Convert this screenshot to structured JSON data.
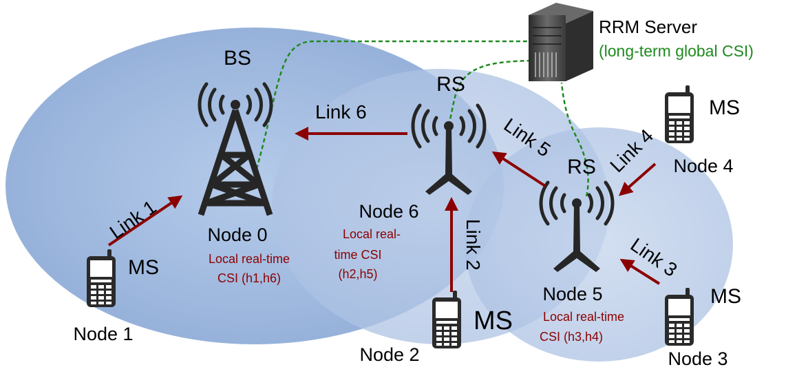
{
  "server": {
    "title": "RRM Server",
    "subtitle": "(long-term global CSI)"
  },
  "nodes": {
    "bs": {
      "type": "BS",
      "name": "Node 0",
      "csi_line1": "Local real-time",
      "csi_line2": "CSI (h1,h6)"
    },
    "rs6": {
      "type": "RS",
      "name": "Node 6",
      "csi_line1": "Local real-",
      "csi_line2": "time CSI",
      "csi_line3": "(h2,h5)"
    },
    "rs5": {
      "type": "RS",
      "name": "Node 5",
      "csi_line1": "Local real-time",
      "csi_line2": "CSI (h3,h4)"
    },
    "ms1": {
      "type": "MS",
      "name": "Node 1"
    },
    "ms2": {
      "type": "MS",
      "name": "Node 2"
    },
    "ms3": {
      "type": "MS",
      "name": "Node 3"
    },
    "ms4": {
      "type": "MS",
      "name": "Node 4"
    }
  },
  "links": {
    "link1": "Link 1",
    "link2": "Link 2",
    "link3": "Link 3",
    "link4": "Link 4",
    "link5": "Link 5",
    "link6": "Link 6"
  },
  "colors": {
    "cell_bs": "#8fb0dc",
    "cell_rs": "#b4c8e6",
    "link_arrow": "#8b0000",
    "control_line": "#1e8a1e",
    "csi_text": "#8b0000",
    "icon": "#262626"
  }
}
